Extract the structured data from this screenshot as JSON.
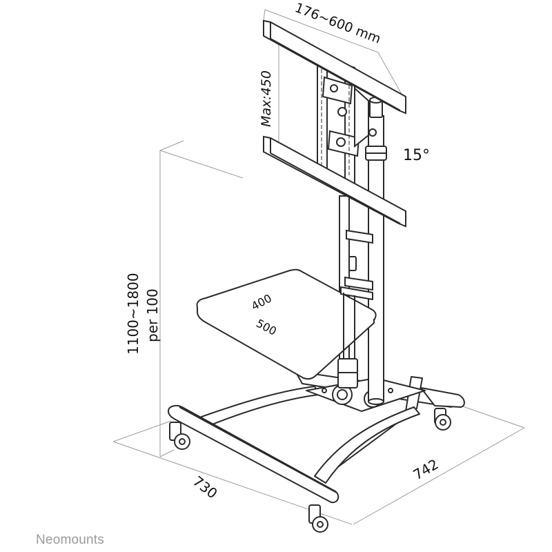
{
  "dimensions": {
    "vesa_width": "176~600 mm",
    "vesa_height": "Max:450",
    "tilt": "15°",
    "height_line1": "1100~1800",
    "height_line2": "per 100",
    "shelf_depth": "400",
    "shelf_width": "500",
    "base_width": "730",
    "base_depth": "742"
  },
  "brand": {
    "name": "Neomounts"
  },
  "colors": {
    "line": "#2a2a2a",
    "dimension": "#9a9a9a",
    "text": "#111111",
    "brand": "#9a9a9a"
  }
}
